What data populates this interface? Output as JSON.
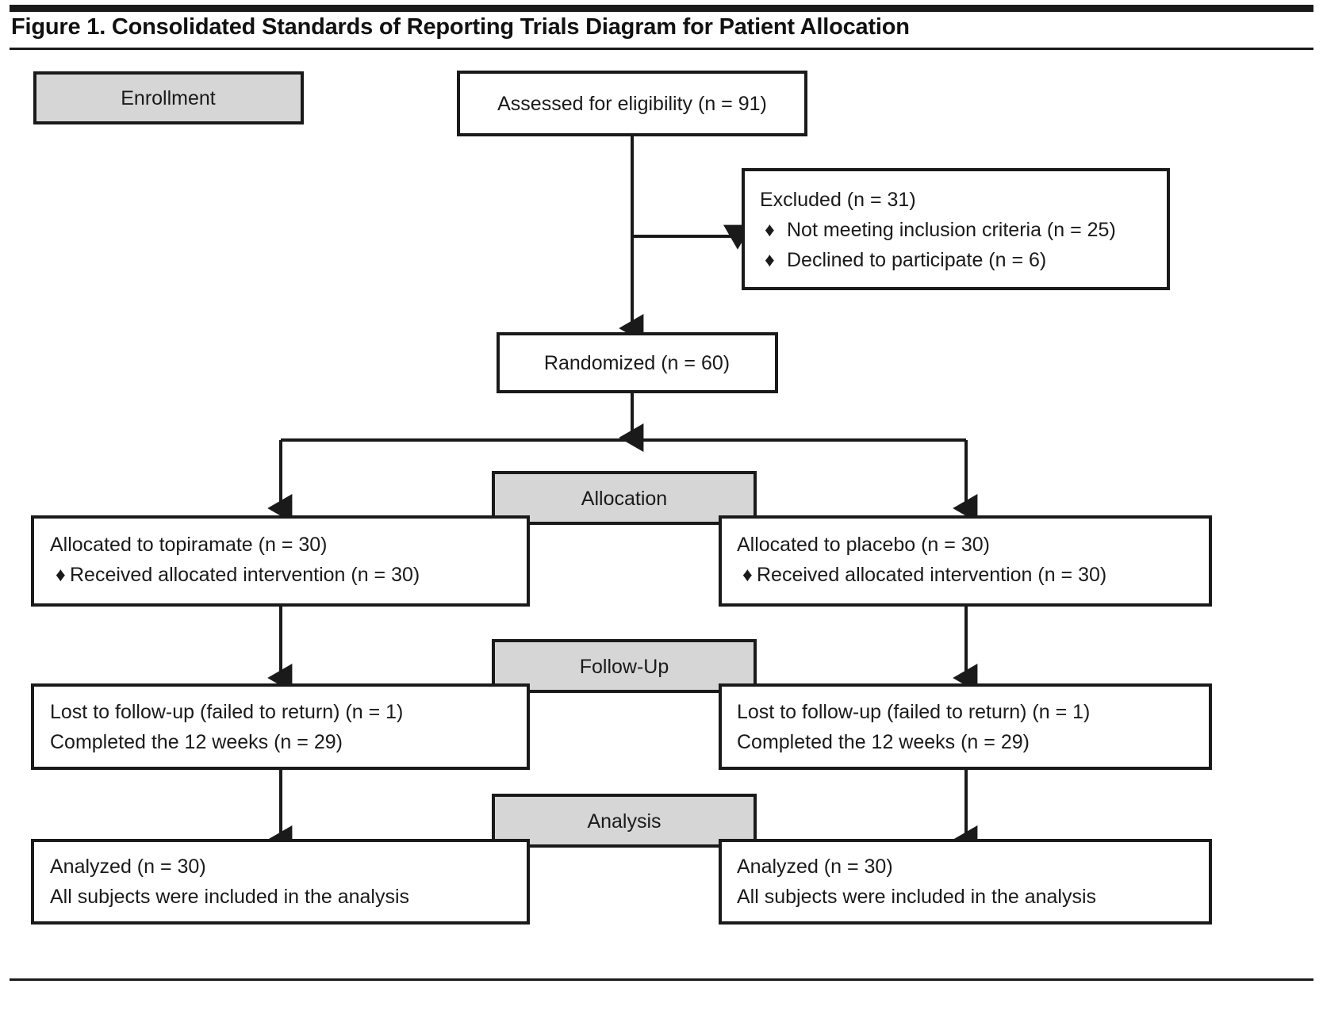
{
  "figure": {
    "title": "Figure 1. Consolidated Standards of Reporting Trials Diagram for Patient Allocation",
    "colors": {
      "stage_fill": "#d6d6d6",
      "box_fill": "#ffffff",
      "line": "#1a1a1a"
    }
  },
  "stages": {
    "enrollment": "Enrollment",
    "allocation": "Allocation",
    "followup": "Follow-Up",
    "analysis": "Analysis"
  },
  "nodes": {
    "assessed": "Assessed for eligibility (n = 91)",
    "excluded_title": "Excluded (n = 31)",
    "excluded_items": [
      "Not meeting inclusion criteria (n = 25)",
      "Declined to participate (n = 6)"
    ],
    "randomized": "Randomized (n = 60)",
    "alloc_left_title": "Allocated to topiramate (n = 30)",
    "alloc_left_items": [
      "Received allocated intervention (n = 30)"
    ],
    "alloc_right_title": "Allocated to placebo (n = 30)",
    "alloc_right_items": [
      "Received allocated intervention (n = 30)"
    ],
    "followup_left_line1": "Lost to follow-up (failed to return) (n = 1)",
    "followup_left_line2": "Completed the 12 weeks (n = 29)",
    "followup_right_line1": "Lost to follow-up (failed to return) (n = 1)",
    "followup_right_line2": "Completed the 12 weeks (n = 29)",
    "analysis_left_line1": "Analyzed (n = 30)",
    "analysis_left_line2": "All subjects were included in the analysis",
    "analysis_right_line1": "Analyzed (n = 30)",
    "analysis_right_line2": "All subjects were included in the analysis"
  },
  "bullet": "♦"
}
